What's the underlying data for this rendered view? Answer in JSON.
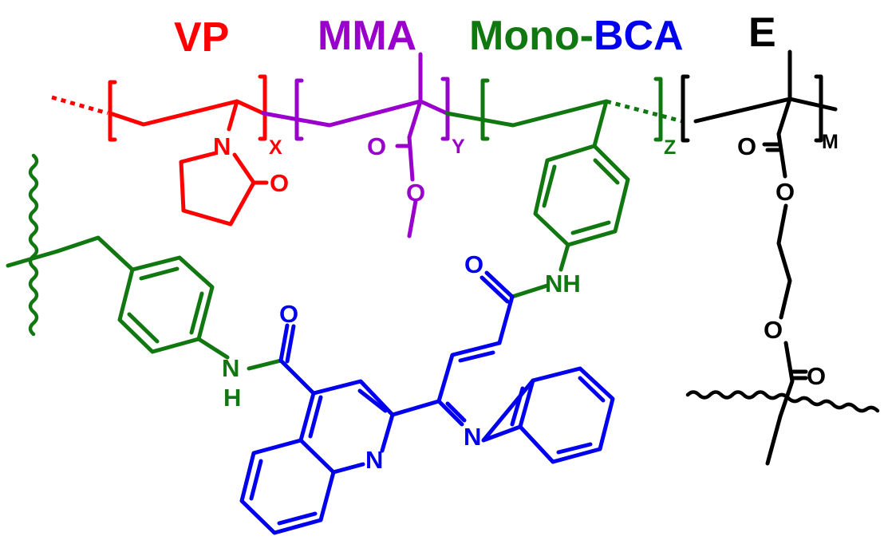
{
  "headers": {
    "vp": "VP",
    "mma": "MMA",
    "mono": "Mono-",
    "bca": "BCA",
    "e": "E"
  },
  "subscripts": {
    "x": "X",
    "y": "Y",
    "z": "Z",
    "m": "M"
  },
  "atoms": {
    "vp_n": "N",
    "vp_o": "O",
    "mma_o_carbonyl": "O",
    "mma_o_ester": "O",
    "mono_nh": "NH",
    "bca_o_right": "O",
    "bca_o_left": "O",
    "left_nh_n": "N",
    "left_nh_h": "H",
    "quin_left_n": "N",
    "quin_right_n": "N",
    "e_o_carbonyl_top": "O",
    "e_o_ester_top": "O",
    "e_o_ester_bottom": "O",
    "e_o_carbonyl_bottom": "O"
  },
  "colors": {
    "vp": "#ff0000",
    "mma": "#9900cc",
    "mono": "#117711",
    "bca": "#0000ee",
    "e": "#000000"
  }
}
